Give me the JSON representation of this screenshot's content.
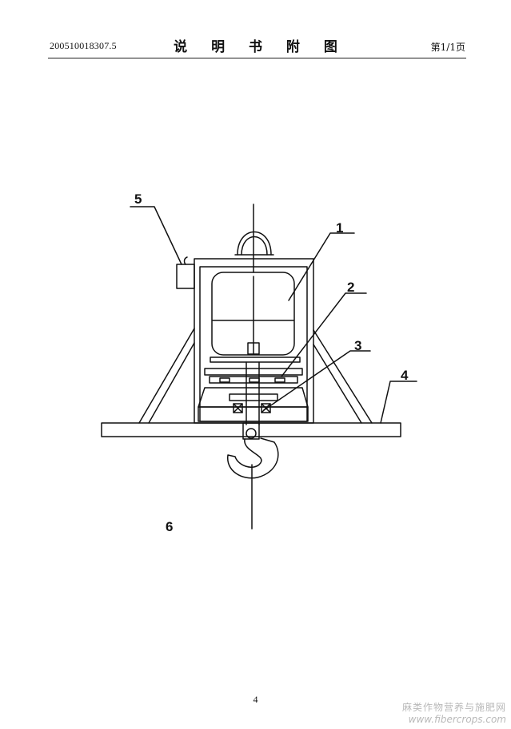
{
  "header": {
    "application_number": "200510018307.5",
    "title": "说 明 书 附 图",
    "page_indicator": "第1/1页"
  },
  "drawing": {
    "part_labels": [
      "1",
      "2",
      "3",
      "4",
      "5",
      "6"
    ]
  },
  "footer": {
    "page_number": "4"
  },
  "watermark": {
    "name": "麻类作物营养与施肥网",
    "site": "www.fibercrops.com"
  },
  "colors": {
    "ink": "#111111",
    "watermark": "#b9b9b9",
    "background": "#ffffff"
  }
}
